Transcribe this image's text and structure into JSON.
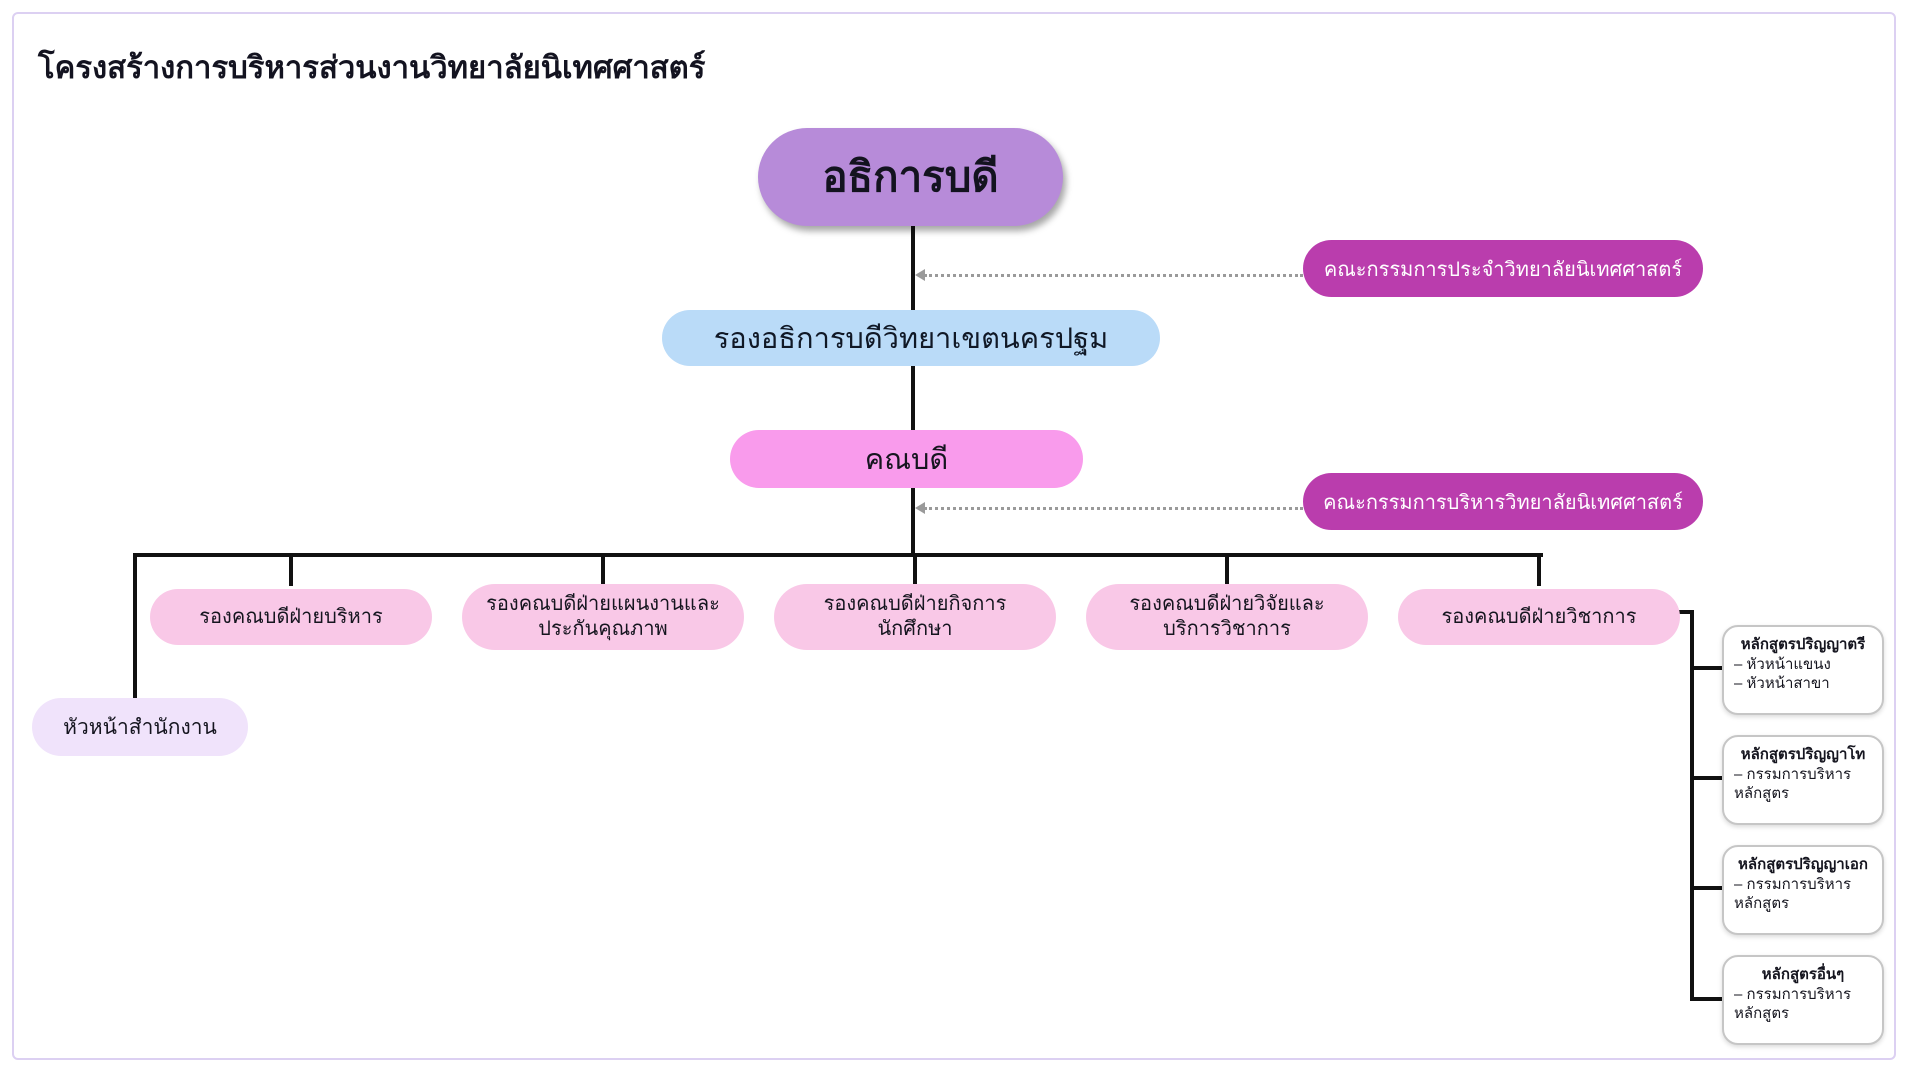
{
  "page": {
    "title": "โครงสร้างการบริหารส่วนงานวิทยาลัยนิเทศศาสตร์"
  },
  "colors": {
    "president_purple": "#b78bd9",
    "committee_magenta": "#ba3dad",
    "vice_president_blue": "#badbf8",
    "dean_pink": "#f99bec",
    "department_light_pink": "#f9c8e7",
    "office_head_lavender": "#f0e3fb",
    "connector_black": "#111111",
    "dotted_gray": "#9a9a9a",
    "frame_border": "#dcd0f2"
  },
  "nodes": {
    "president": {
      "label": "อธิการบดี"
    },
    "standing_committee": {
      "label": "คณะกรรมการประจำวิทยาลัยนิเทศศาสตร์"
    },
    "vice_president": {
      "label": "รองอธิการบดีวิทยาเขตนครปฐม"
    },
    "dean": {
      "label": "คณบดี"
    },
    "executive_committee": {
      "label": "คณะกรรมการบริหารวิทยาลัยนิเทศศาสตร์"
    },
    "departments": [
      {
        "label": "รองคณบดีฝ่ายบริหาร"
      },
      {
        "label": "รองคณบดีฝ่ายแผนงานและ\nประกันคุณภาพ"
      },
      {
        "label": "รองคณบดีฝ่ายกิจการ\nนักศึกษา"
      },
      {
        "label": "รองคณบดีฝ่ายวิจัยและ\nบริการวิชาการ"
      },
      {
        "label": "รองคณบดีฝ่ายวิชาการ"
      }
    ],
    "office_head": {
      "label": "หัวหน้าสำนักงาน"
    },
    "programs": [
      {
        "title": "หลักสูตรปริญญาตรี",
        "items": [
          "– หัวหน้าแขนง",
          "– หัวหน้าสาขา"
        ]
      },
      {
        "title": "หลักสูตรปริญญาโท",
        "items": [
          "– กรรมการบริหาร\nหลักสูตร"
        ]
      },
      {
        "title": "หลักสูตรปริญญาเอก",
        "items": [
          "– กรรมการบริหาร\nหลักสูตร"
        ]
      },
      {
        "title": "หลักสูตรอื่นๆ",
        "items": [
          "– กรรมการบริหาร\nหลักสูตร"
        ]
      }
    ]
  }
}
